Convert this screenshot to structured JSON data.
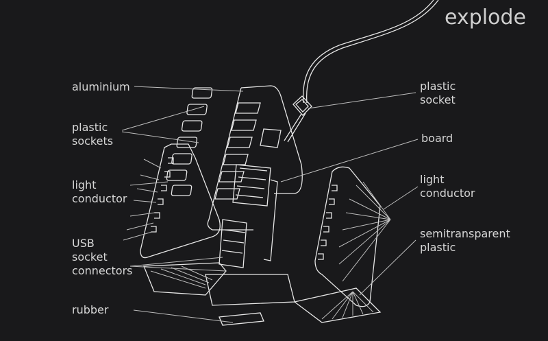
{
  "title": "explode",
  "labels": {
    "aluminium": "aluminium",
    "plastic_sockets": [
      "plastic",
      "sockets"
    ],
    "light_conductor_left": [
      "light",
      "conductor"
    ],
    "usb_socket_connectors": [
      "USB",
      "socket",
      "connectors"
    ],
    "rubber": "rubber",
    "plastic_socket": [
      "plastic",
      "socket"
    ],
    "board": "board",
    "light_conductor_right": [
      "light",
      "conductor"
    ],
    "semitransparent_plastic": [
      "semitransparent",
      "plastic"
    ]
  },
  "colors": {
    "background": "#19191b",
    "line": "#e6e6e6",
    "text": "#d6d6d6"
  }
}
